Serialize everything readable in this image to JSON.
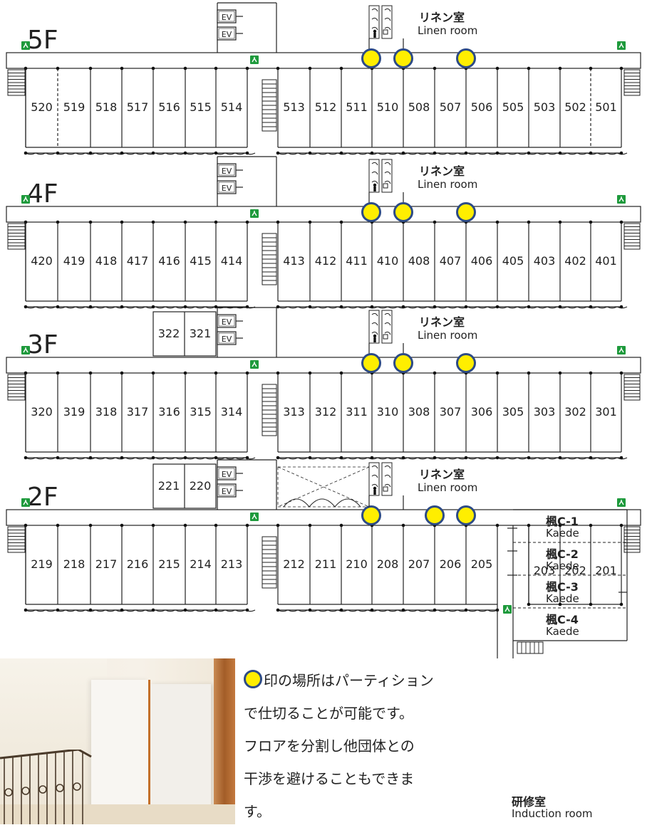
{
  "floors": {
    "f5": {
      "label": "5F",
      "rooms": [
        "520",
        "519",
        "518",
        "517",
        "516",
        "515",
        "514",
        "513",
        "512",
        "511",
        "510",
        "508",
        "507",
        "506",
        "505",
        "503",
        "502",
        "501"
      ],
      "linen_jp": "リネン室",
      "linen_en": "Linen room",
      "ev_labels": [
        "EV",
        "EV"
      ]
    },
    "f4": {
      "label": "4F",
      "rooms": [
        "420",
        "419",
        "418",
        "417",
        "416",
        "415",
        "414",
        "413",
        "412",
        "411",
        "410",
        "408",
        "407",
        "406",
        "405",
        "403",
        "402",
        "401"
      ],
      "linen_jp": "リネン室",
      "linen_en": "Linen room",
      "ev_labels": [
        "EV",
        "EV"
      ]
    },
    "f3": {
      "label": "3F",
      "rooms": [
        "320",
        "319",
        "318",
        "317",
        "316",
        "315",
        "314",
        "313",
        "312",
        "311",
        "310",
        "308",
        "307",
        "306",
        "305",
        "303",
        "302",
        "301"
      ],
      "extra_rooms": [
        "322",
        "321"
      ],
      "linen_jp": "リネン室",
      "linen_en": "Linen room",
      "ev_labels": [
        "EV",
        "EV"
      ]
    },
    "f2": {
      "label": "2F",
      "rooms": [
        "219",
        "218",
        "217",
        "216",
        "215",
        "214",
        "213",
        "212",
        "211",
        "210",
        "208",
        "207",
        "206",
        "205"
      ],
      "east_rooms": [
        "203",
        "202",
        "201"
      ],
      "extra_rooms": [
        "221",
        "220"
      ],
      "linen_jp": "リネン室",
      "linen_en": "Linen room",
      "ev_labels": [
        "EV",
        "EV"
      ]
    }
  },
  "kaede": [
    {
      "code": "楓C-1",
      "en": "Kaede"
    },
    {
      "code": "楓C-2",
      "en": "Kaede"
    },
    {
      "code": "楓C-3",
      "en": "Kaede"
    },
    {
      "code": "楓C-4",
      "en": "Kaede"
    }
  ],
  "induction": {
    "jp": "研修室",
    "en": "Induction room"
  },
  "legend": {
    "line1": "印の場所はパーティション",
    "line2": "で仕切ることが可能です。",
    "line3": "フロアを分割し他団体との",
    "line4": "干渉を避けることもできま",
    "line5": "す。"
  },
  "colors": {
    "marker_fill": "#ffee00",
    "marker_border": "#2d4b86",
    "exit_sign": "#1e9a3c",
    "line": "#222222"
  },
  "icons": [
    "exit-sign-icon",
    "stairs-icon",
    "restroom-icon",
    "partition-marker-icon"
  ]
}
